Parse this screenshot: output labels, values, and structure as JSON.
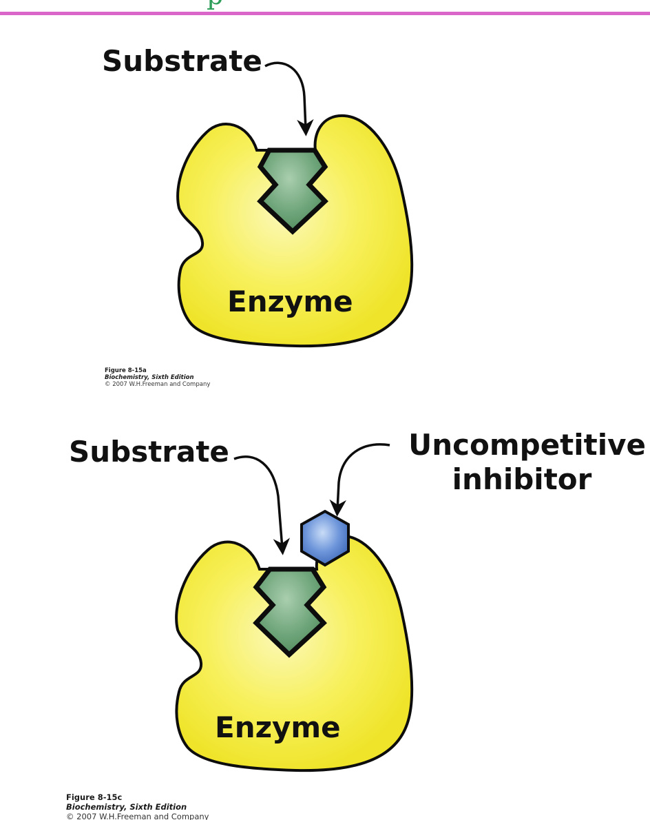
{
  "colors": {
    "divider": "#d966c8",
    "header_glyph": "#2f9e5a",
    "enzyme_fill": "#f5ee3a",
    "enzyme_highlight": "#fbf8b8",
    "substrate_fill": "#6fa57a",
    "inhibitor_fill": "#4a78c9",
    "outline": "#0d0d0d"
  },
  "header": {
    "glyph": "p"
  },
  "panel_a": {
    "substrate_label": "Substrate",
    "enzyme_label": "Enzyme",
    "caption": {
      "figure": "Figure 8-15a",
      "book": "Biochemistry, Sixth Edition",
      "copyright": "© 2007 W.H.Freeman and Company"
    }
  },
  "panel_c": {
    "substrate_label": "Substrate",
    "inhibitor_label_line1": "Uncompetitive",
    "inhibitor_label_line2": "inhibitor",
    "enzyme_label": "Enzyme",
    "caption": {
      "figure": "Figure 8-15c",
      "book": "Biochemistry, Sixth Edition",
      "copyright": "© 2007 W.H.Freeman and Company"
    }
  }
}
